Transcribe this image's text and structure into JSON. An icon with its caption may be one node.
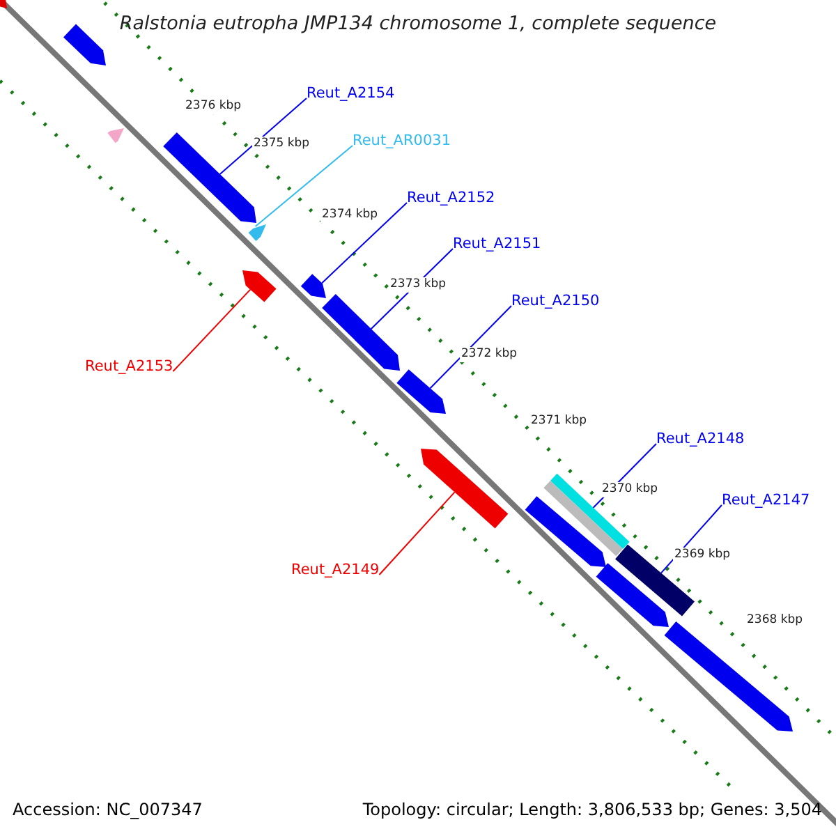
{
  "diagram": {
    "title": "Ralstonia eutropha JMP134 chromosome 1, complete sequence",
    "nodes": [
      {
        "text": [
          "Reut_A2154"
        ]
      },
      {
        "text": [
          "Reut_AR0031"
        ]
      },
      {
        "text": [
          "Reut_A2152"
        ]
      },
      {
        "text": [
          "Reut_A2151"
        ]
      },
      {
        "text": [
          "Reut_A2150"
        ]
      },
      {
        "text": [
          "Reut_A2153"
        ]
      },
      {
        "text": [
          "Reut_A2148"
        ]
      },
      {
        "text": [
          "Reut_A2147"
        ]
      },
      {
        "text": [
          "Reut_A2149"
        ]
      },
      {
        "text": [],
        "shape": "arrow"
      },
      {
        "text": [],
        "shape": "arrow"
      },
      {
        "text": [],
        "shape": "arrow"
      },
      {
        "text": [],
        "shape": "arrow"
      },
      {
        "text": [],
        "shape": "arrow"
      },
      {
        "text": [],
        "shape": "arrow"
      },
      {
        "text": [],
        "shape": "arrow"
      },
      {
        "text": [],
        "shape": "arrow"
      },
      {
        "text": [],
        "shape": "arrow"
      },
      {
        "text": [],
        "shape": "arrow"
      },
      {
        "text": [],
        "shape": "box"
      },
      {
        "text": [],
        "shape": "arrow"
      },
      {
        "text": [],
        "shape": "box"
      },
      {
        "text": [],
        "shape": "arrow"
      },
      {
        "text": [],
        "shape": "arrow"
      }
    ],
    "edges": [
      {
        "from": 0,
        "to": 12,
        "arrow": "none"
      },
      {
        "from": 1,
        "to": 13,
        "arrow": "none",
        "color": "#33bbee"
      },
      {
        "from": 2,
        "to": 15,
        "arrow": "none"
      },
      {
        "from": 3,
        "to": 16,
        "arrow": "none"
      },
      {
        "from": 4,
        "to": 17,
        "arrow": "none"
      },
      {
        "from": 5,
        "to": 14,
        "arrow": "none",
        "color": "#ee0000"
      },
      {
        "from": 6,
        "to": 19,
        "arrow": "none"
      },
      {
        "from": 7,
        "to": 21,
        "arrow": "none"
      },
      {
        "from": 8,
        "to": 18,
        "arrow": "none",
        "color": "#ee0000"
      }
    ],
    "labels": [
      "2376 kbp",
      "2375 kbp",
      "2374 kbp",
      "2373 kbp",
      "2372 kbp",
      "2371 kbp",
      "2370 kbp",
      "2369 kbp",
      "2368 kbp",
      "Accession: NC_007347",
      "Topology: circular; Length: 3,806,533 bp; Genes: 3,504"
    ]
  }
}
